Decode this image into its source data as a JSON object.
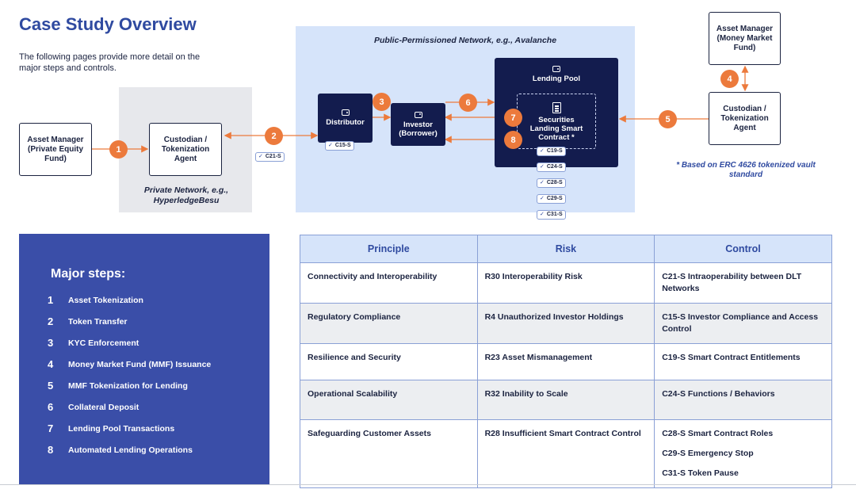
{
  "header": {
    "title": "Case Study Overview",
    "subtitle": "The following pages provide more detail on the major steps and controls."
  },
  "zones": {
    "private_label": "Private Network, e.g., HyperledgeBesu",
    "public_label": "Public-Permissioned Network, e.g., Avalanche"
  },
  "nodes": {
    "asset_manager_pef": "Asset Manager (Private Equity Fund)",
    "custodian_left": "Custodian / Tokenization Agent",
    "distributor": "Distributor",
    "investor": "Investor (Borrower)",
    "lending_pool": "Lending Pool",
    "securities_contract": "Securities Landing Smart Contract *",
    "asset_manager_mmf": "Asset Manager (Money Market Fund)",
    "custodian_right": "Custodian / Tokenization Agent"
  },
  "badges": {
    "c21": "C21-S",
    "c15": "C15-S",
    "c19": "C19-S",
    "c24": "C24-S",
    "c28": "C28-S",
    "c29": "C29-S",
    "c31": "C31-S"
  },
  "step_numbers": [
    "1",
    "2",
    "3",
    "4",
    "5",
    "6",
    "7",
    "8"
  ],
  "footnote": "* Based on ERC 4626 tokenized vault standard",
  "colors": {
    "accent_orange": "#ec7a3c",
    "navy": "#131c4e",
    "brand_blue": "#2f4aa0",
    "panel_blue": "#3a4ea8"
  },
  "steps": {
    "heading": "Major steps:",
    "items": [
      {
        "num": "1",
        "label": "Asset Tokenization"
      },
      {
        "num": "2",
        "label": "Token Transfer"
      },
      {
        "num": "3",
        "label": "KYC Enforcement"
      },
      {
        "num": "4",
        "label": "Money Market Fund (MMF) Issuance"
      },
      {
        "num": "5",
        "label": "MMF Tokenization for Lending"
      },
      {
        "num": "6",
        "label": "Collateral Deposit"
      },
      {
        "num": "7",
        "label": "Lending Pool Transactions"
      },
      {
        "num": "8",
        "label": "Automated Lending Operations"
      }
    ]
  },
  "table": {
    "headers": [
      "Principle",
      "Risk",
      "Control"
    ],
    "rows": [
      {
        "principle": "Connectivity and Interoperability",
        "risk": "R30 Interoperability Risk",
        "controls": [
          "C21-S Intraoperability between DLT Networks"
        ]
      },
      {
        "principle": "Regulatory Compliance",
        "risk": "R4 Unauthorized Investor Holdings",
        "controls": [
          "C15-S Investor Compliance and Access Control"
        ]
      },
      {
        "principle": "Resilience and Security",
        "risk": "R23 Asset Mismanagement",
        "controls": [
          "C19-S Smart Contract Entitlements"
        ]
      },
      {
        "principle": "Operational Scalability",
        "risk": "R32 Inability to Scale",
        "controls": [
          "C24-S Functions / Behaviors"
        ]
      },
      {
        "principle": "Safeguarding Customer Assets",
        "risk": "R28 Insufficient Smart Contract Control",
        "controls": [
          "C28-S Smart Contract Roles",
          "C29-S Emergency Stop",
          "C31-S Token Pause"
        ]
      }
    ]
  }
}
